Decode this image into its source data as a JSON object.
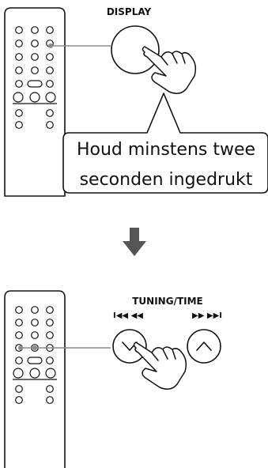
{
  "step1": {
    "button_label": "DISPLAY",
    "callout_line1": "Houd minstens twee",
    "callout_line2": "seconden ingedrukt"
  },
  "step2": {
    "group_label": "TUNING/TIME",
    "left_symbols": "I◀◀ ◀◀",
    "right_symbols": "▶▶ ▶▶I"
  },
  "icons": {
    "arrow": "down-arrow-icon",
    "remote": "remote-control-icon",
    "hand": "pointing-hand-icon",
    "down_button": "chevron-down-icon",
    "up_button": "chevron-up-icon"
  },
  "colors": {
    "line": "#111111",
    "leader": "#8a8a8a",
    "arrow": "#555555",
    "background": "#ffffff"
  }
}
